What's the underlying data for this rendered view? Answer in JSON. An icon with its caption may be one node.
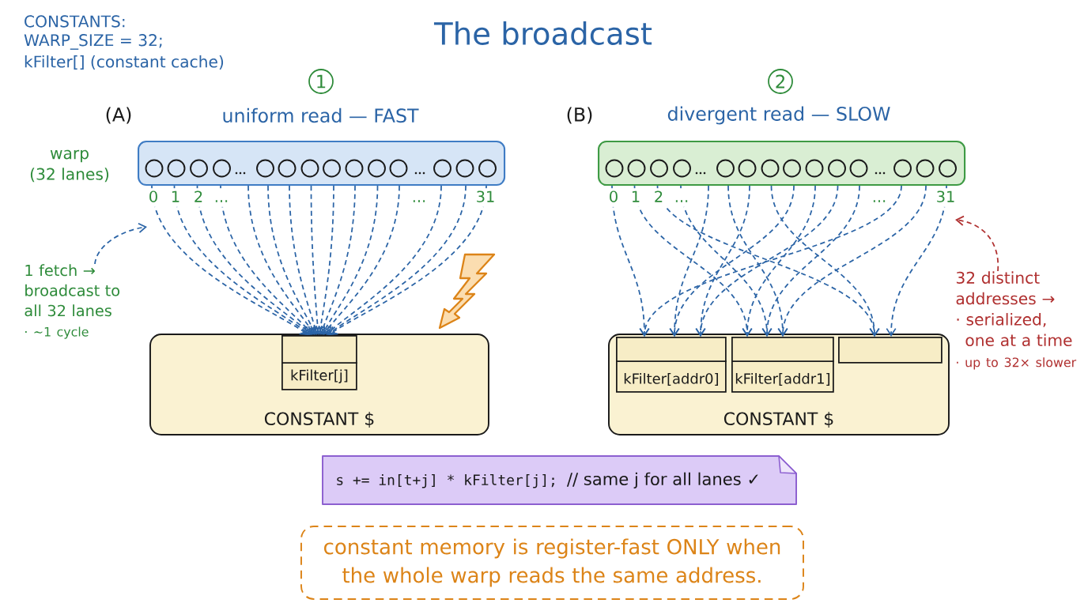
{
  "diagram": {
    "title": "The broadcast",
    "nodes": [
      {
        "text": [
          "1"
        ]
      },
      {
        "text": [
          "2"
        ]
      },
      {
        "text": [],
        "shape": "bar",
        "beside": [
          "warp (32 lanes)",
          "0",
          "1",
          "2",
          "...",
          "...",
          "31"
        ]
      },
      {
        "text": [],
        "shape": "bar",
        "beside": [
          "0",
          "1",
          "2",
          "...",
          "...",
          "31"
        ]
      },
      {
        "text": [],
        "shape": "lightning"
      },
      {
        "text": [
          "1 fetch → broadcast to all 32 lanes",
          "· ~1 cycle"
        ]
      },
      {
        "text": [
          "32 distinct addresses →",
          "· serialized, one at a time",
          "· up to 32× slower"
        ]
      },
      {
        "text": [
          "CONSTANT $"
        ]
      },
      {
        "text": [
          "kFilter[j]"
        ],
        "in": 7
      },
      {
        "text": [
          "CONSTANT $"
        ]
      },
      {
        "text": [
          "kFilter[addr0]"
        ],
        "in": 9
      },
      {
        "text": [
          "kFilter[addr1]"
        ],
        "in": 9
      },
      {
        "text": [],
        "shape": "box",
        "in": 9
      },
      {
        "text": [
          "s += in[t+j] * kFilter[j];",
          "// same j for all lanes ✓"
        ]
      },
      {
        "text": [
          "constant memory is register-fast ONLY when the whole warp reads the same address."
        ]
      }
    ],
    "edges": [
      {
        "from": 2,
        "to": 8,
        "arrow": "to",
        "style": "dashed"
      },
      {
        "from": 2,
        "to": 8,
        "arrow": "to",
        "style": "dashed"
      },
      {
        "from": 2,
        "to": 8,
        "arrow": "to",
        "style": "dashed"
      },
      {
        "from": 2,
        "to": 8,
        "arrow": "to",
        "style": "dashed"
      },
      {
        "from": 2,
        "to": 8,
        "arrow": "to",
        "style": "dashed"
      },
      {
        "from": 2,
        "to": 8,
        "arrow": "to",
        "style": "dashed"
      },
      {
        "from": 2,
        "to": 8,
        "arrow": "to",
        "style": "dashed"
      },
      {
        "from": 2,
        "to": 8,
        "arrow": "to",
        "style": "dashed"
      },
      {
        "from": 2,
        "to": 8,
        "arrow": "to",
        "style": "dashed"
      },
      {
        "from": 2,
        "to": 8,
        "arrow": "to",
        "style": "dashed"
      },
      {
        "from": 2,
        "to": 8,
        "arrow": "to",
        "style": "dashed"
      },
      {
        "from": 2,
        "to": 8,
        "arrow": "to",
        "style": "dashed"
      },
      {
        "from": 2,
        "to": 8,
        "arrow": "to",
        "style": "dashed"
      },
      {
        "from": 2,
        "to": 8,
        "arrow": "to",
        "style": "dashed"
      },
      {
        "from": 2,
        "to": 8,
        "arrow": "to",
        "style": "dashed"
      },
      {
        "from": 3,
        "to": 10,
        "arrow": "to",
        "style": "dashed"
      },
      {
        "from": 3,
        "to": 11,
        "arrow": "to",
        "style": "dashed"
      },
      {
        "from": 3,
        "to": 12,
        "arrow": "to",
        "style": "dashed"
      },
      {
        "from": 3,
        "to": 11,
        "arrow": "to",
        "style": "dashed"
      },
      {
        "from": 3,
        "to": 10,
        "arrow": "to",
        "style": "dashed"
      },
      {
        "from": 3,
        "to": 11,
        "arrow": "to",
        "style": "dashed"
      },
      {
        "from": 3,
        "to": 10,
        "arrow": "to",
        "style": "dashed"
      },
      {
        "from": 3,
        "to": 12,
        "arrow": "to",
        "style": "dashed"
      },
      {
        "from": 3,
        "to": 10,
        "arrow": "to",
        "style": "dashed"
      },
      {
        "from": 3,
        "to": 11,
        "arrow": "to",
        "style": "dashed"
      },
      {
        "from": 3,
        "to": 10,
        "arrow": "to",
        "style": "dashed"
      },
      {
        "from": 3,
        "to": 11,
        "arrow": "to",
        "style": "dashed"
      },
      {
        "from": 3,
        "to": 10,
        "arrow": "to",
        "style": "dashed"
      },
      {
        "from": 3,
        "to": 11,
        "arrow": "to",
        "style": "dashed"
      },
      {
        "from": 3,
        "to": 12,
        "arrow": "to",
        "style": "dashed"
      },
      {
        "from": 5,
        "to": null,
        "arrow": "to",
        "style": "dashed"
      },
      {
        "from": 6,
        "to": 3,
        "arrow": "to",
        "style": "dashed",
        "color": "#b03030"
      }
    ],
    "labels": [
      "CONSTANTS:",
      "WARP_SIZE = 32;",
      "kFilter[] (constant cache)",
      "(A)",
      "uniform read — FAST",
      "(B)",
      "divergent read — SLOW"
    ]
  }
}
